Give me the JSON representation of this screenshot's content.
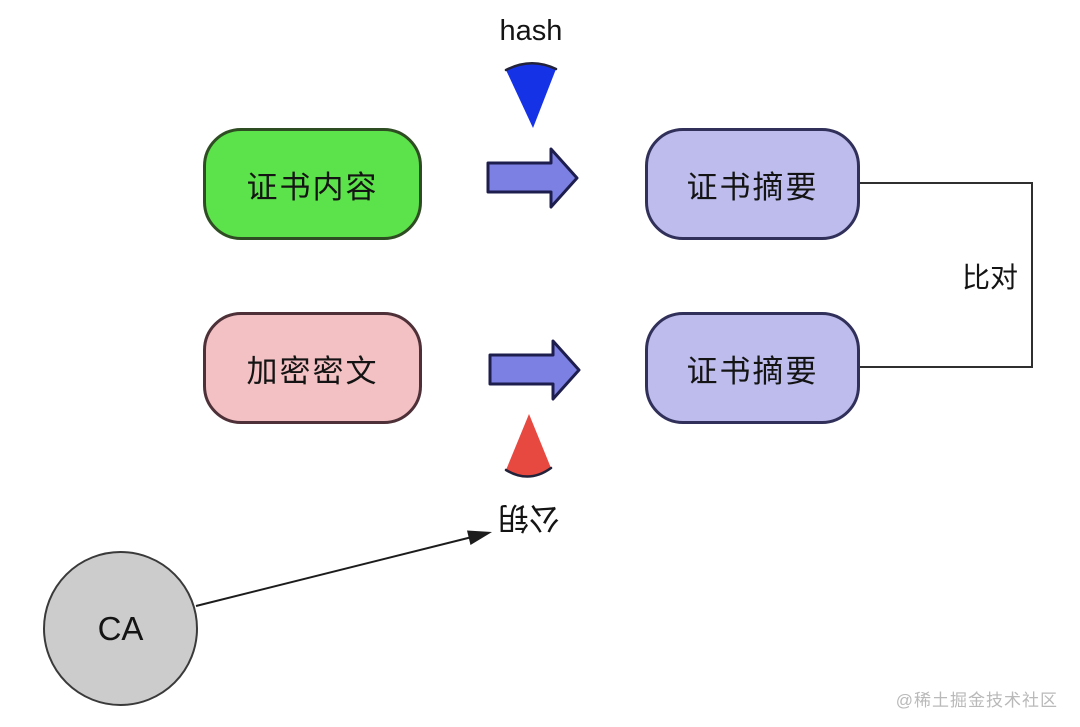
{
  "diagram": {
    "labels": {
      "hash": "hash",
      "compare": "比对",
      "public_key": "公钥",
      "watermark": "@稀土掘金技术社区"
    },
    "nodes": {
      "certificate_content": {
        "label": "证书内容"
      },
      "certificate_digest_top": {
        "label": "证书摘要"
      },
      "encrypted_ciphertext": {
        "label": "加密密文"
      },
      "certificate_digest_bottom": {
        "label": "证书摘要"
      },
      "ca": {
        "label": "CA"
      }
    },
    "colors": {
      "green_node_fill": "#5ce24a",
      "green_node_border": "#2f4d23",
      "purple_node_fill": "#bdbcec",
      "purple_node_border": "#30305a",
      "pink_node_fill": "#f3c1c3",
      "pink_node_border": "#4d3038",
      "arrow_fill": "#7b80e2",
      "arrow_border": "#1e1e4e",
      "hash_cone_fill": "#1632e6",
      "decrypt_cone_fill": "#e74840",
      "ca_circle_fill": "#cccccc",
      "ca_circle_border": "#3a3a3a",
      "connector_line": "#2f2f2f",
      "text": "#141414",
      "watermark": "#b9b9b9"
    }
  }
}
